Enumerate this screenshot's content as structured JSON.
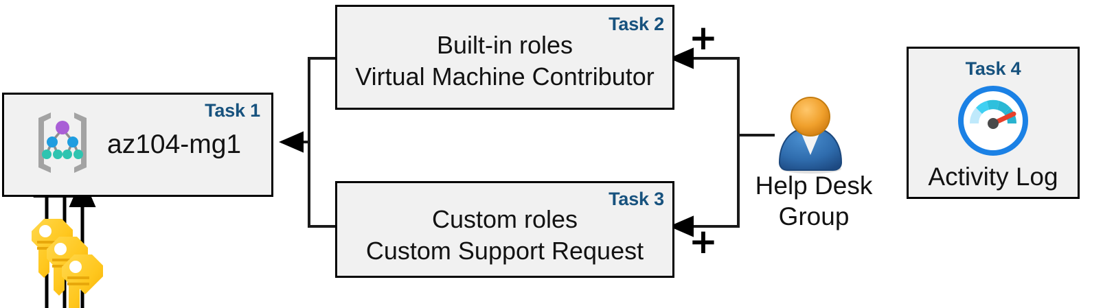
{
  "diagram": {
    "title": "Azure RBAC management group task diagram",
    "colors": {
      "task_tag": "#17527e",
      "box_fill": "#f1f1f1",
      "box_border": "#000000",
      "connector": "#000000",
      "key_gold": "#ffc91e",
      "person_head": "#f0a02c",
      "person_body": "#2f6cad",
      "gauge_blue": "#1b81e5",
      "gauge_needle": "#e8402a",
      "mg_root": "#a95fd6",
      "mg_mid": "#1f9de0",
      "mg_leaf": "#2ec4b0",
      "mg_bracket": "#a3a3a3"
    }
  },
  "tasks": {
    "task1": {
      "tag": "Task 1",
      "label": "az104-mg1",
      "icon": "management-group-icon"
    },
    "task2": {
      "tag": "Task 2",
      "line1": "Built-in roles",
      "line2": "Virtual Machine Contributor"
    },
    "task3": {
      "tag": "Task 3",
      "line1": "Custom roles",
      "line2": "Custom Support Request"
    },
    "task4": {
      "tag": "Task 4",
      "label": "Activity Log",
      "icon": "activity-log-gauge-icon"
    }
  },
  "actors": {
    "help_desk": {
      "line1": "Help Desk",
      "line2": "Group",
      "icon": "user-group-icon"
    },
    "keys": {
      "icon": "keys-icon",
      "count": 3
    }
  },
  "annotations": {
    "plus_top": "+",
    "plus_bottom": "+"
  }
}
